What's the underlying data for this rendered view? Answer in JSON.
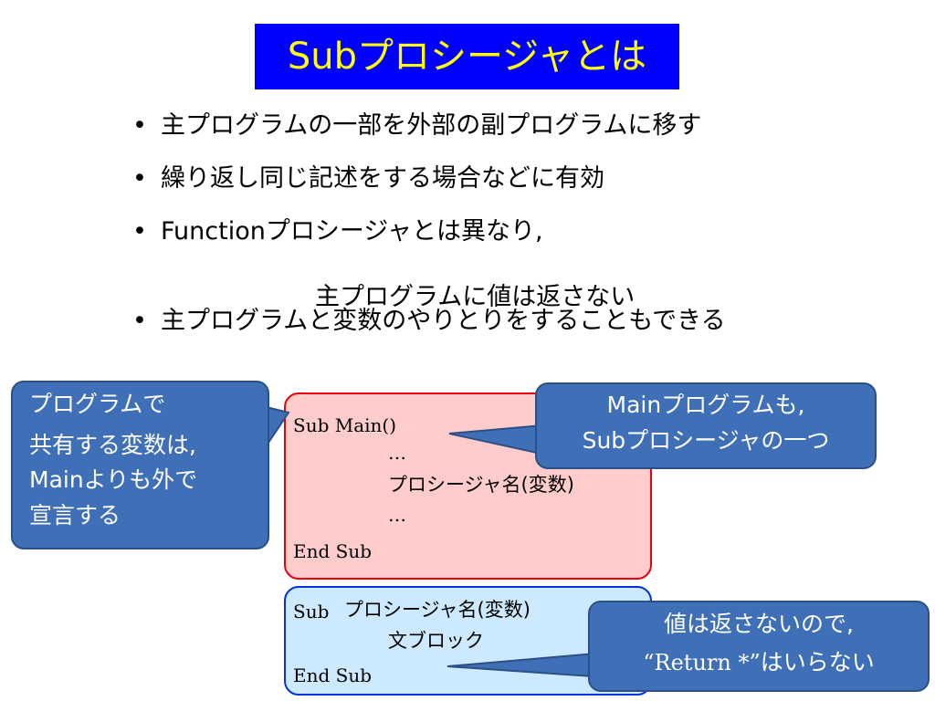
{
  "title": "Subプロシージャとは",
  "bullet_mark": "•",
  "bullets": [
    "主プログラムの一部を外部の副プログラムに移す",
    "繰り返し同じ記述をする場合などに有効",
    "Functionプロシージャとは異なり,",
    "主プログラムと変数のやりとりをすることもできる"
  ],
  "bullet3_continuation": "主プログラムに値は返さない",
  "main_code": {
    "line1": "Sub Main()",
    "line2": "…",
    "line3": "プロシージャ名(変数)",
    "line4": "…",
    "line5": "End Sub"
  },
  "sub_code": {
    "line1_keyword": "Sub",
    "line1_name": "プロシージャ名(変数)",
    "line2": "文ブロック",
    "line3": "End Sub"
  },
  "callout_left": [
    "プログラムで",
    "共有する変数は,",
    "Mainよりも外で",
    "宣言する"
  ],
  "callout_main": [
    "Mainプログラムも,",
    "Subプロシージャの一つ"
  ],
  "callout_return": {
    "line1": "値は返さないので,",
    "line2_code": "“Return *”",
    "line2_text": "はいらない"
  },
  "colors": {
    "title_bg": "#0000ff",
    "title_text": "#ffff00",
    "main_box_fill": "#ffcccc",
    "main_box_border": "#e8000b",
    "sub_box_fill": "#cce9ff",
    "sub_box_border": "#0033dd",
    "callout_fill": "#3f6fb6"
  }
}
